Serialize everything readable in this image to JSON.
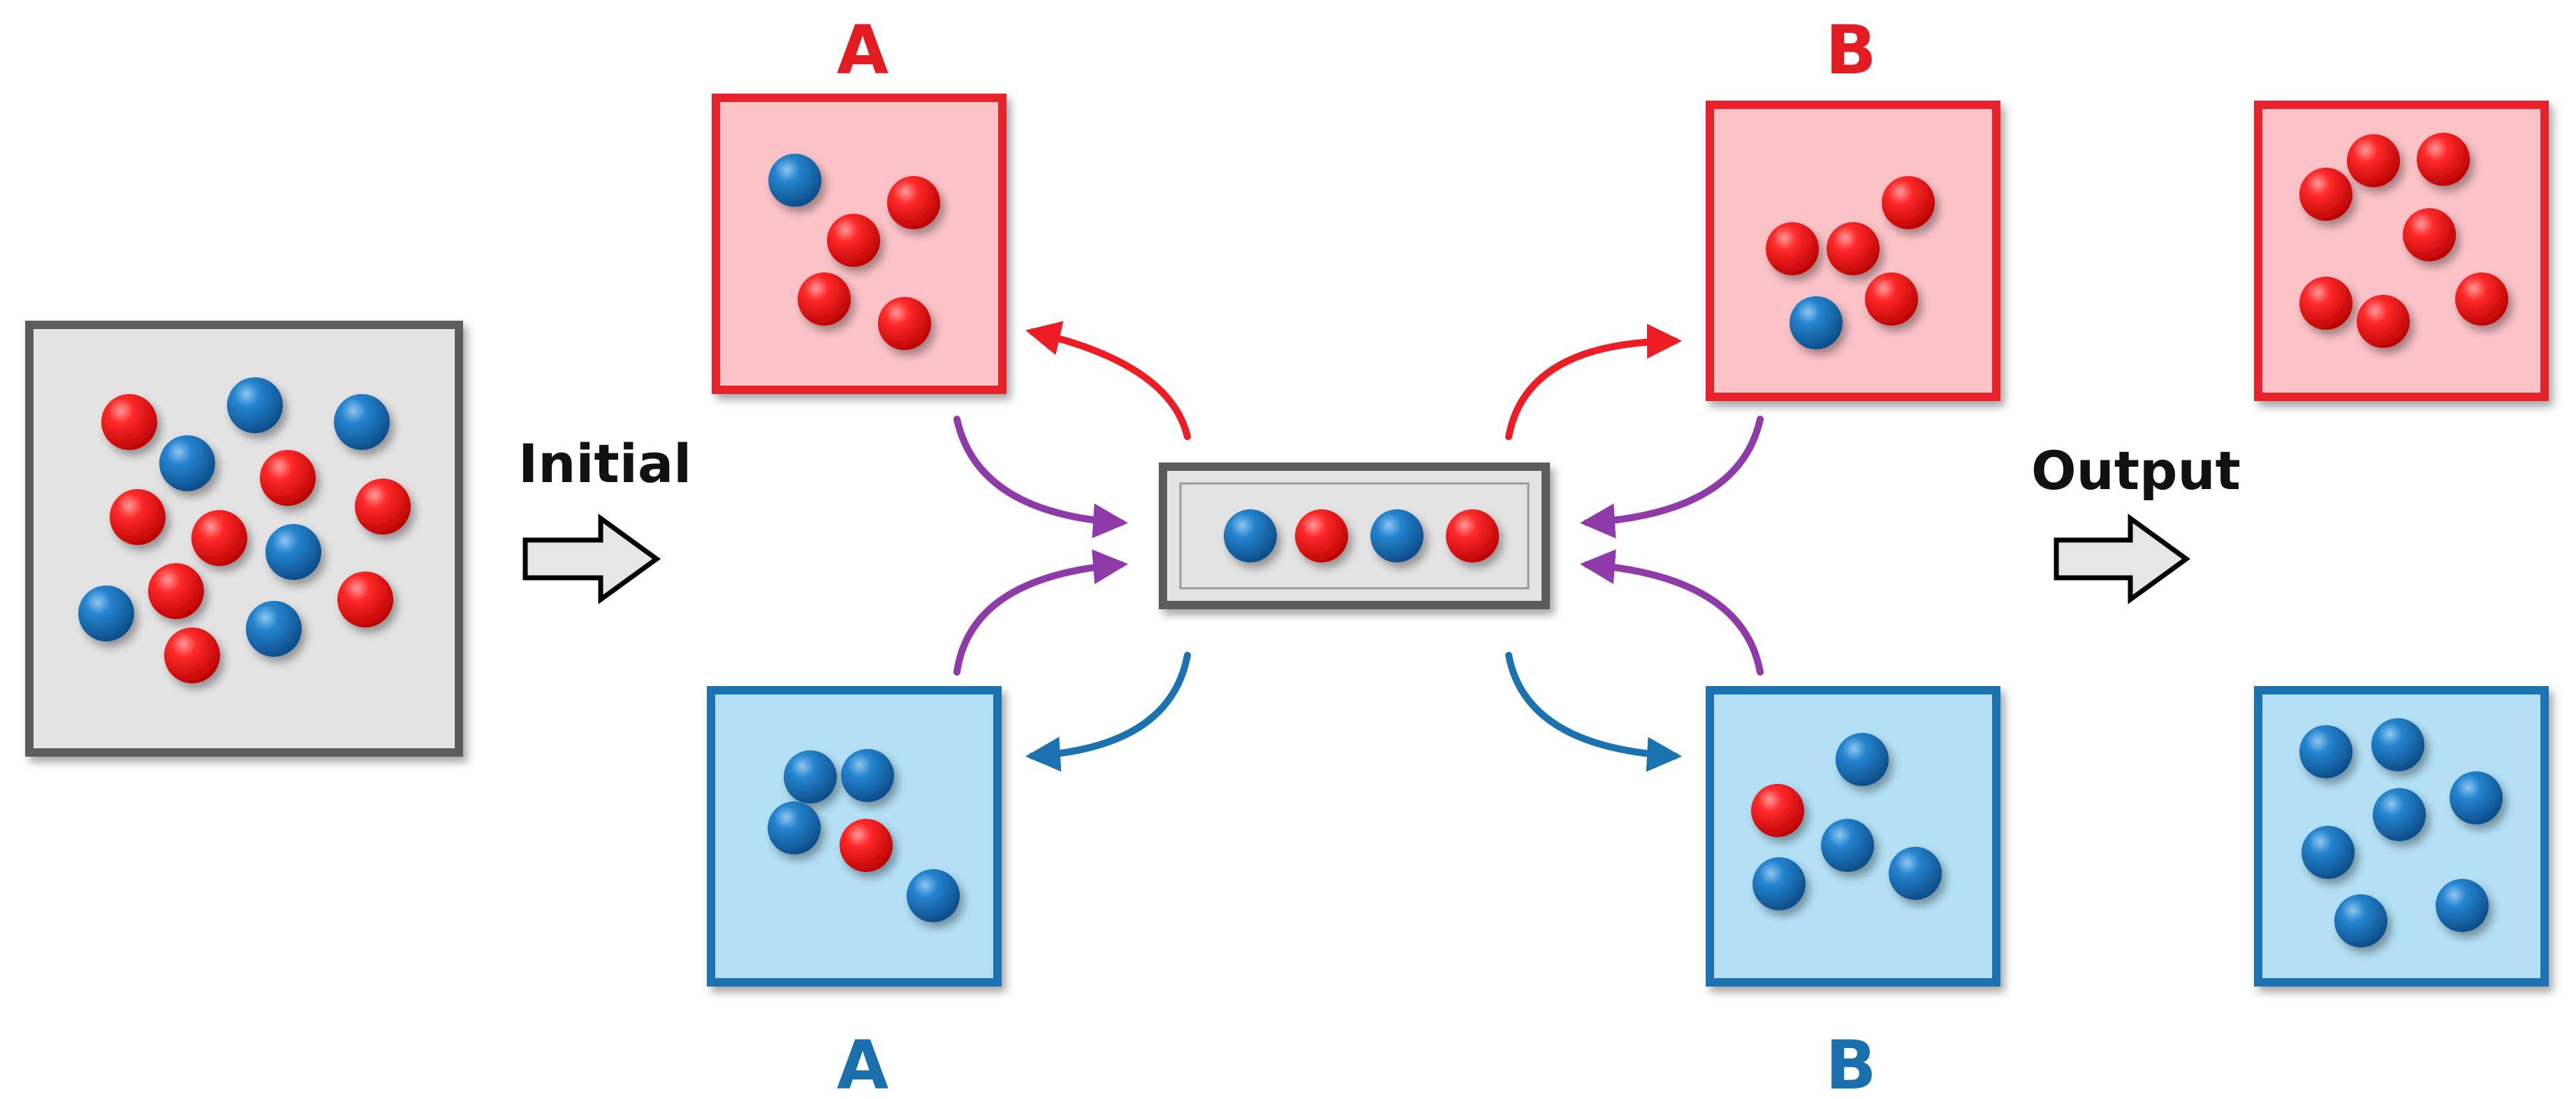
{
  "labels": {
    "initial": "Initial",
    "output": "Output",
    "stage_a_top": "A",
    "stage_a_bottom": "A",
    "stage_b_top": "B",
    "stage_b_bottom": "B"
  },
  "colors": {
    "red_particle": "#ee1111",
    "blue_particle": "#1f78c0",
    "red_box_fill": "#fbc3c8",
    "red_box_border": "#e8202a",
    "blue_box_fill": "#b3e0f5",
    "blue_box_border": "#1a72b0",
    "gray_box_fill": "#e3e3e3",
    "gray_box_border": "#5b5b5b",
    "red_arrow": "#ee1c24",
    "blue_arrow": "#1a72b0",
    "purple_arrow": "#8e3aa8",
    "red_label": "#e31b23",
    "blue_label": "#1a6fad"
  },
  "boxes": {
    "initial_mixture": [
      "red",
      "blue",
      "blue",
      "blue",
      "red",
      "red",
      "red",
      "red",
      "blue",
      "blue",
      "red",
      "red",
      "red",
      "blue"
    ],
    "a_top": [
      "blue",
      "red",
      "red",
      "red",
      "red"
    ],
    "a_bottom": [
      "blue",
      "blue",
      "blue",
      "red",
      "blue"
    ],
    "exchange_column": [
      "blue",
      "red",
      "blue",
      "red"
    ],
    "b_top": [
      "red",
      "red",
      "red",
      "red",
      "blue"
    ],
    "b_bottom": [
      "blue",
      "red",
      "blue",
      "blue",
      "blue"
    ],
    "output_red": [
      "red",
      "red",
      "red",
      "red",
      "red",
      "red",
      "red"
    ],
    "output_blue": [
      "blue",
      "blue",
      "blue",
      "blue",
      "blue",
      "blue",
      "blue"
    ]
  }
}
